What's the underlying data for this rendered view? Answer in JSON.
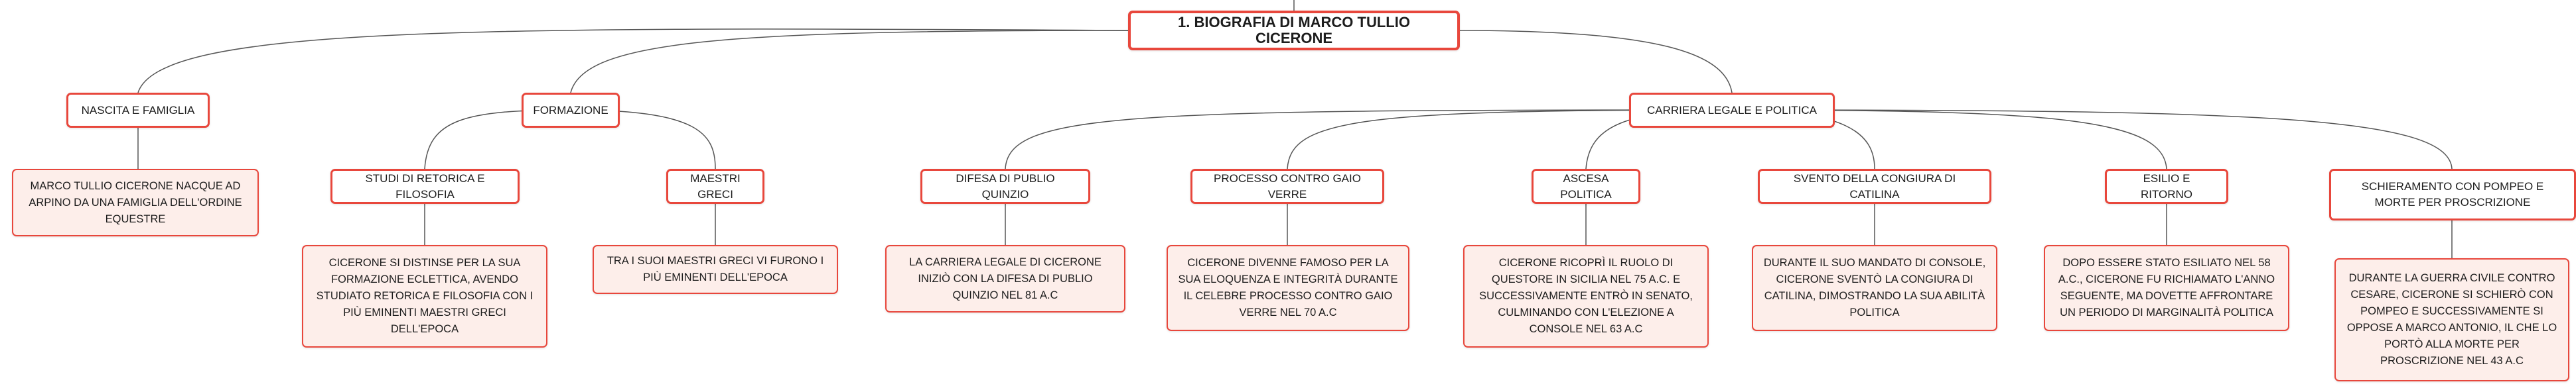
{
  "colors": {
    "accent": "#e8473c",
    "leaf_fill": "#fdeeea",
    "connector": "#555555"
  },
  "mindmap": {
    "root": "1. BIOGRAFIA DI MARCO TULLIO CICERONE",
    "nascita": {
      "label": "NASCITA E FAMIGLIA",
      "detail": "MARCO TULLIO CICERONE NACQUE AD ARPINO DA UNA FAMIGLIA DELL'ORDINE EQUESTRE"
    },
    "formazione": {
      "label": "FORMAZIONE",
      "retorica": {
        "label": "STUDI DI RETORICA E FILOSOFIA",
        "detail": "CICERONE SI DISTINSE PER LA SUA FORMAZIONE ECLETTICA, AVENDO STUDIATO RETORICA E FILOSOFIA CON I PIÙ EMINENTI MAESTRI GRECI DELL'EPOCA"
      },
      "maestri": {
        "label": "MAESTRI GRECI",
        "detail": "TRA I SUOI MAESTRI GRECI VI FURONO I PIÙ EMINENTI DELL'EPOCA"
      }
    },
    "carriera": {
      "label": "CARRIERA LEGALE E POLITICA",
      "quinzio": {
        "label": "DIFESA DI PUBLIO QUINZIO",
        "detail": "LA CARRIERA LEGALE DI CICERONE INIZIÒ CON LA DIFESA DI PUBLIO QUINZIO NEL 81 A.C"
      },
      "verre": {
        "label": "PROCESSO CONTRO GAIO VERRE",
        "detail": "CICERONE DIVENNE FAMOSO PER LA SUA ELOQUENZA E INTEGRITÀ DURANTE IL CELEBRE PROCESSO CONTRO GAIO VERRE NEL 70 A.C"
      },
      "ascesa": {
        "label": "ASCESA POLITICA",
        "detail": "CICERONE RICOPRÌ IL RUOLO DI QUESTORE IN SICILIA NEL 75 A.C. E SUCCESSIVAMENTE ENTRÒ IN SENATO, CULMINANDO CON L'ELEZIONE A CONSOLE NEL 63 A.C"
      },
      "catilina": {
        "label": "SVENTO DELLA CONGIURA DI CATILINA",
        "detail": "DURANTE IL SUO MANDATO DI CONSOLE, CICERONE SVENTÒ LA CONGIURA DI CATILINA, DIMOSTRANDO LA SUA ABILITÀ POLITICA"
      },
      "esilio": {
        "label": "ESILIO E RITORNO",
        "detail": "DOPO ESSERE STATO ESILIATO NEL 58 A.C., CICERONE FU RICHIAMATO L'ANNO SEGUENTE, MA DOVETTE AFFRONTARE UN PERIODO DI MARGINALITÀ POLITICA"
      },
      "pompeo": {
        "label": "SCHIERAMENTO CON POMPEO E MORTE PER PROSCRIZIONE",
        "detail": "DURANTE LA GUERRA CIVILE CONTRO CESARE, CICERONE SI SCHIERÒ CON POMPEO E SUCCESSIVAMENTE SI OPPOSE A MARCO ANTONIO, IL CHE LO PORTÒ ALLA MORTE PER PROSCRIZIONE NEL 43 A.C"
      }
    }
  }
}
